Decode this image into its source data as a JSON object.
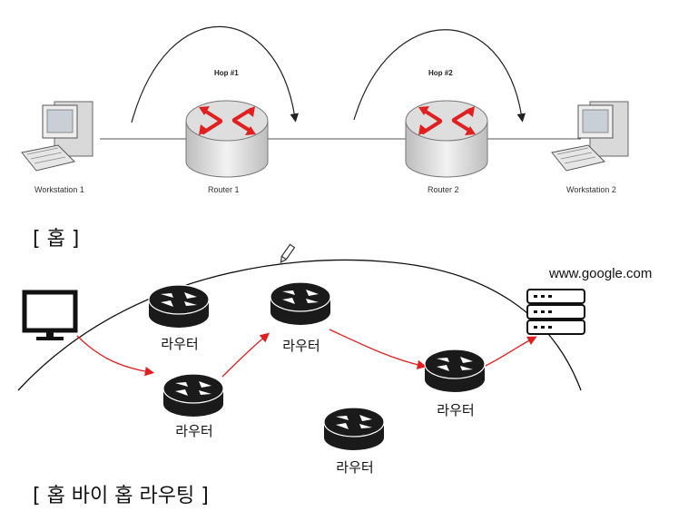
{
  "top_diagram": {
    "hops": [
      "Hop #1",
      "Hop #2"
    ],
    "nodes": [
      "Workstation 1",
      "Router 1",
      "Router 2",
      "Workstation 2"
    ]
  },
  "caption_hop": "[ 홉 ]",
  "bottom_diagram": {
    "router_label": "라우터",
    "server_label": "www.google.com"
  },
  "caption_hop_by_hop": "[ 홉 바이 홉 라우팅 ]",
  "colors": {
    "path": "#e02020",
    "router_top": "#d8d8d8",
    "router_dark": "#1a1a1a"
  }
}
